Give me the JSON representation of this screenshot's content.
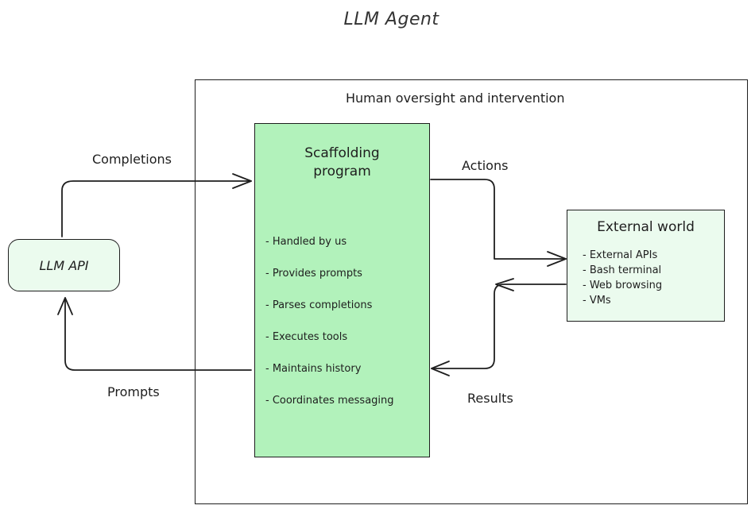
{
  "diagram": {
    "title": "LLM Agent",
    "oversight_label": "Human oversight and intervention",
    "scaffolding": {
      "title_line1": "Scaffolding",
      "title_line2": "program",
      "items": [
        "- Handled by us",
        "- Provides prompts",
        "- Parses completions",
        "- Executes tools",
        "- Maintains history",
        "- Coordinates messaging"
      ]
    },
    "llm_api": {
      "label": "LLM API"
    },
    "external_world": {
      "title": "External world",
      "items": [
        "- External APIs",
        "- Bash terminal",
        "- Web browsing",
        "- VMs"
      ]
    },
    "edges": {
      "completions": "Completions",
      "prompts": "Prompts",
      "actions": "Actions",
      "results": "Results"
    },
    "colors": {
      "scaffold_fill": "#b2f2bb",
      "node_fill": "#ebfbee",
      "stroke": "#1e1e1e"
    }
  }
}
